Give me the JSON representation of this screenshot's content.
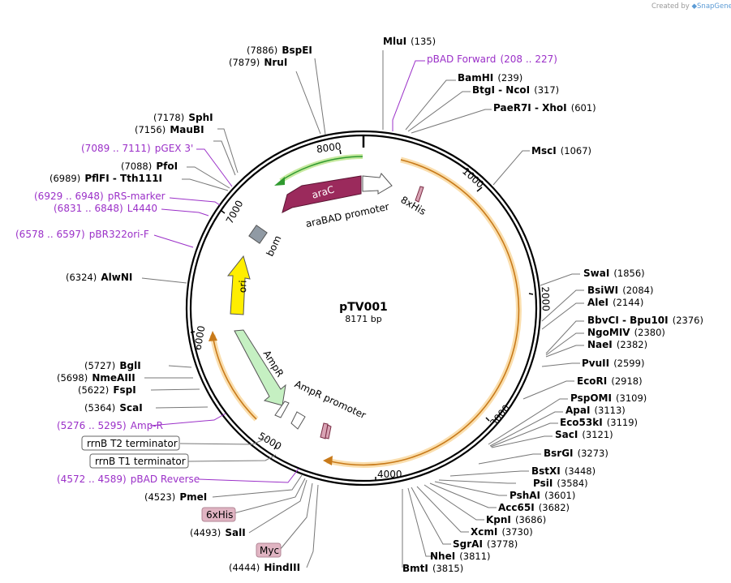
{
  "watermark": {
    "prefix": "Created by",
    "brand": "SnapGene"
  },
  "plasmid": {
    "name": "pTV001",
    "length": "8171 bp"
  },
  "ticks": [
    "8000",
    "1000",
    "2000",
    "3000",
    "4000",
    "5000",
    "6000",
    "7000"
  ],
  "features": {
    "araC": "araC",
    "araBAD_promoter": "araBAD promoter",
    "his8": "8xHis",
    "bom": "bom",
    "ori": "ori",
    "AmpR": "AmpR",
    "AmpR_promoter": "AmpR promoter",
    "rrnB_T2": "rrnB T2 terminator",
    "rrnB_T1": "rrnB T1 terminator",
    "his6": "6xHis",
    "myc": "Myc"
  },
  "primers": {
    "pbad_forward": {
      "name": "pBAD Forward",
      "range": "(208 .. 227)"
    },
    "pgex3": {
      "name": "pGEX 3'",
      "range": "(7089 .. 7111)"
    },
    "prs_marker": {
      "name": "pRS-marker",
      "range": "(6929 .. 6948)"
    },
    "l4440": {
      "name": "L4440",
      "range": "(6831 .. 6848)"
    },
    "pbr322ori_f": {
      "name": "pBR322ori-F",
      "range": "(6578 .. 6597)"
    },
    "amp_r": {
      "name": "Amp-R",
      "range": "(5276 .. 5295)"
    },
    "pbad_reverse": {
      "name": "pBAD Reverse",
      "range": "(4572 .. 4589)"
    }
  },
  "sites": {
    "bspei": {
      "name": "BspEI",
      "pos": "(7886)"
    },
    "drui": {
      "name": "NruI",
      "pos": "(7879)"
    },
    "mlui": {
      "name": "MluI",
      "pos": "(135)"
    },
    "bamhi": {
      "name": "BamHI",
      "pos": "(239)"
    },
    "btgi_ncoi": {
      "name": "BtgI  -  NcoI",
      "pos": "(317)"
    },
    "paer7i_xhoi": {
      "name": "PaeR7I  -  XhoI",
      "pos": "(601)"
    },
    "msci": {
      "name": "MscI",
      "pos": "(1067)"
    },
    "sphi": {
      "name": "SphI",
      "pos": "(7178)"
    },
    "maubi": {
      "name": "MauBI",
      "pos": "(7156)"
    },
    "pfoi": {
      "name": "PfoI",
      "pos": "(7088)"
    },
    "pflfi_tth111i": {
      "name": "PflFI  -  Tth111I",
      "pos": "(6989)"
    },
    "alwni": {
      "name": "AlwNI",
      "pos": "(6324)"
    },
    "swai": {
      "name": "SwaI",
      "pos": "(1856)"
    },
    "bsiwi": {
      "name": "BsiWI",
      "pos": "(2084)"
    },
    "alei": {
      "name": "AleI",
      "pos": "(2144)"
    },
    "bbvci_bpu10i": {
      "name": "BbvCI  -  Bpu10I",
      "pos": "(2376)"
    },
    "ngomiv": {
      "name": "NgoMIV",
      "pos": "(2380)"
    },
    "naei": {
      "name": "NaeI",
      "pos": "(2382)"
    },
    "pvuii": {
      "name": "PvuII",
      "pos": "(2599)"
    },
    "ecori": {
      "name": "EcoRI",
      "pos": "(2918)"
    },
    "psppomi": {
      "name": "PspOMI",
      "pos": "(3109)"
    },
    "apai": {
      "name": "ApaI",
      "pos": "(3113)"
    },
    "eco53ki": {
      "name": "Eco53kI",
      "pos": "(3119)"
    },
    "saci": {
      "name": "SacI",
      "pos": "(3121)"
    },
    "bsrgi": {
      "name": "BsrGI",
      "pos": "(3273)"
    },
    "bstxi": {
      "name": "BstXI",
      "pos": "(3448)"
    },
    "psii": {
      "name": "PsiI",
      "pos": "(3584)"
    },
    "psahi": {
      "name": "PshAI",
      "pos": "(3601)"
    },
    "acc65i": {
      "name": "Acc65I",
      "pos": "(3682)"
    },
    "kpni": {
      "name": "KpnI",
      "pos": "(3686)"
    },
    "xcmi": {
      "name": "XcmI",
      "pos": "(3730)"
    },
    "sgrai": {
      "name": "SgrAI",
      "pos": "(3778)"
    },
    "nhei": {
      "name": "NheI",
      "pos": "(3811)"
    },
    "bmti": {
      "name": "BmtI",
      "pos": "(3815)"
    },
    "bgli": {
      "name": "BglI",
      "pos": "(5727)"
    },
    "nmeaiii": {
      "name": "NmeAIII",
      "pos": "(5698)"
    },
    "fspi": {
      "name": "FspI",
      "pos": "(5622)"
    },
    "scai": {
      "name": "ScaI",
      "pos": "(5364)"
    },
    "pmei": {
      "name": "PmeI",
      "pos": "(4523)"
    },
    "sali": {
      "name": "SalI",
      "pos": "(4493)"
    },
    "hindiii": {
      "name": "HindIII",
      "pos": "(4444)"
    }
  }
}
